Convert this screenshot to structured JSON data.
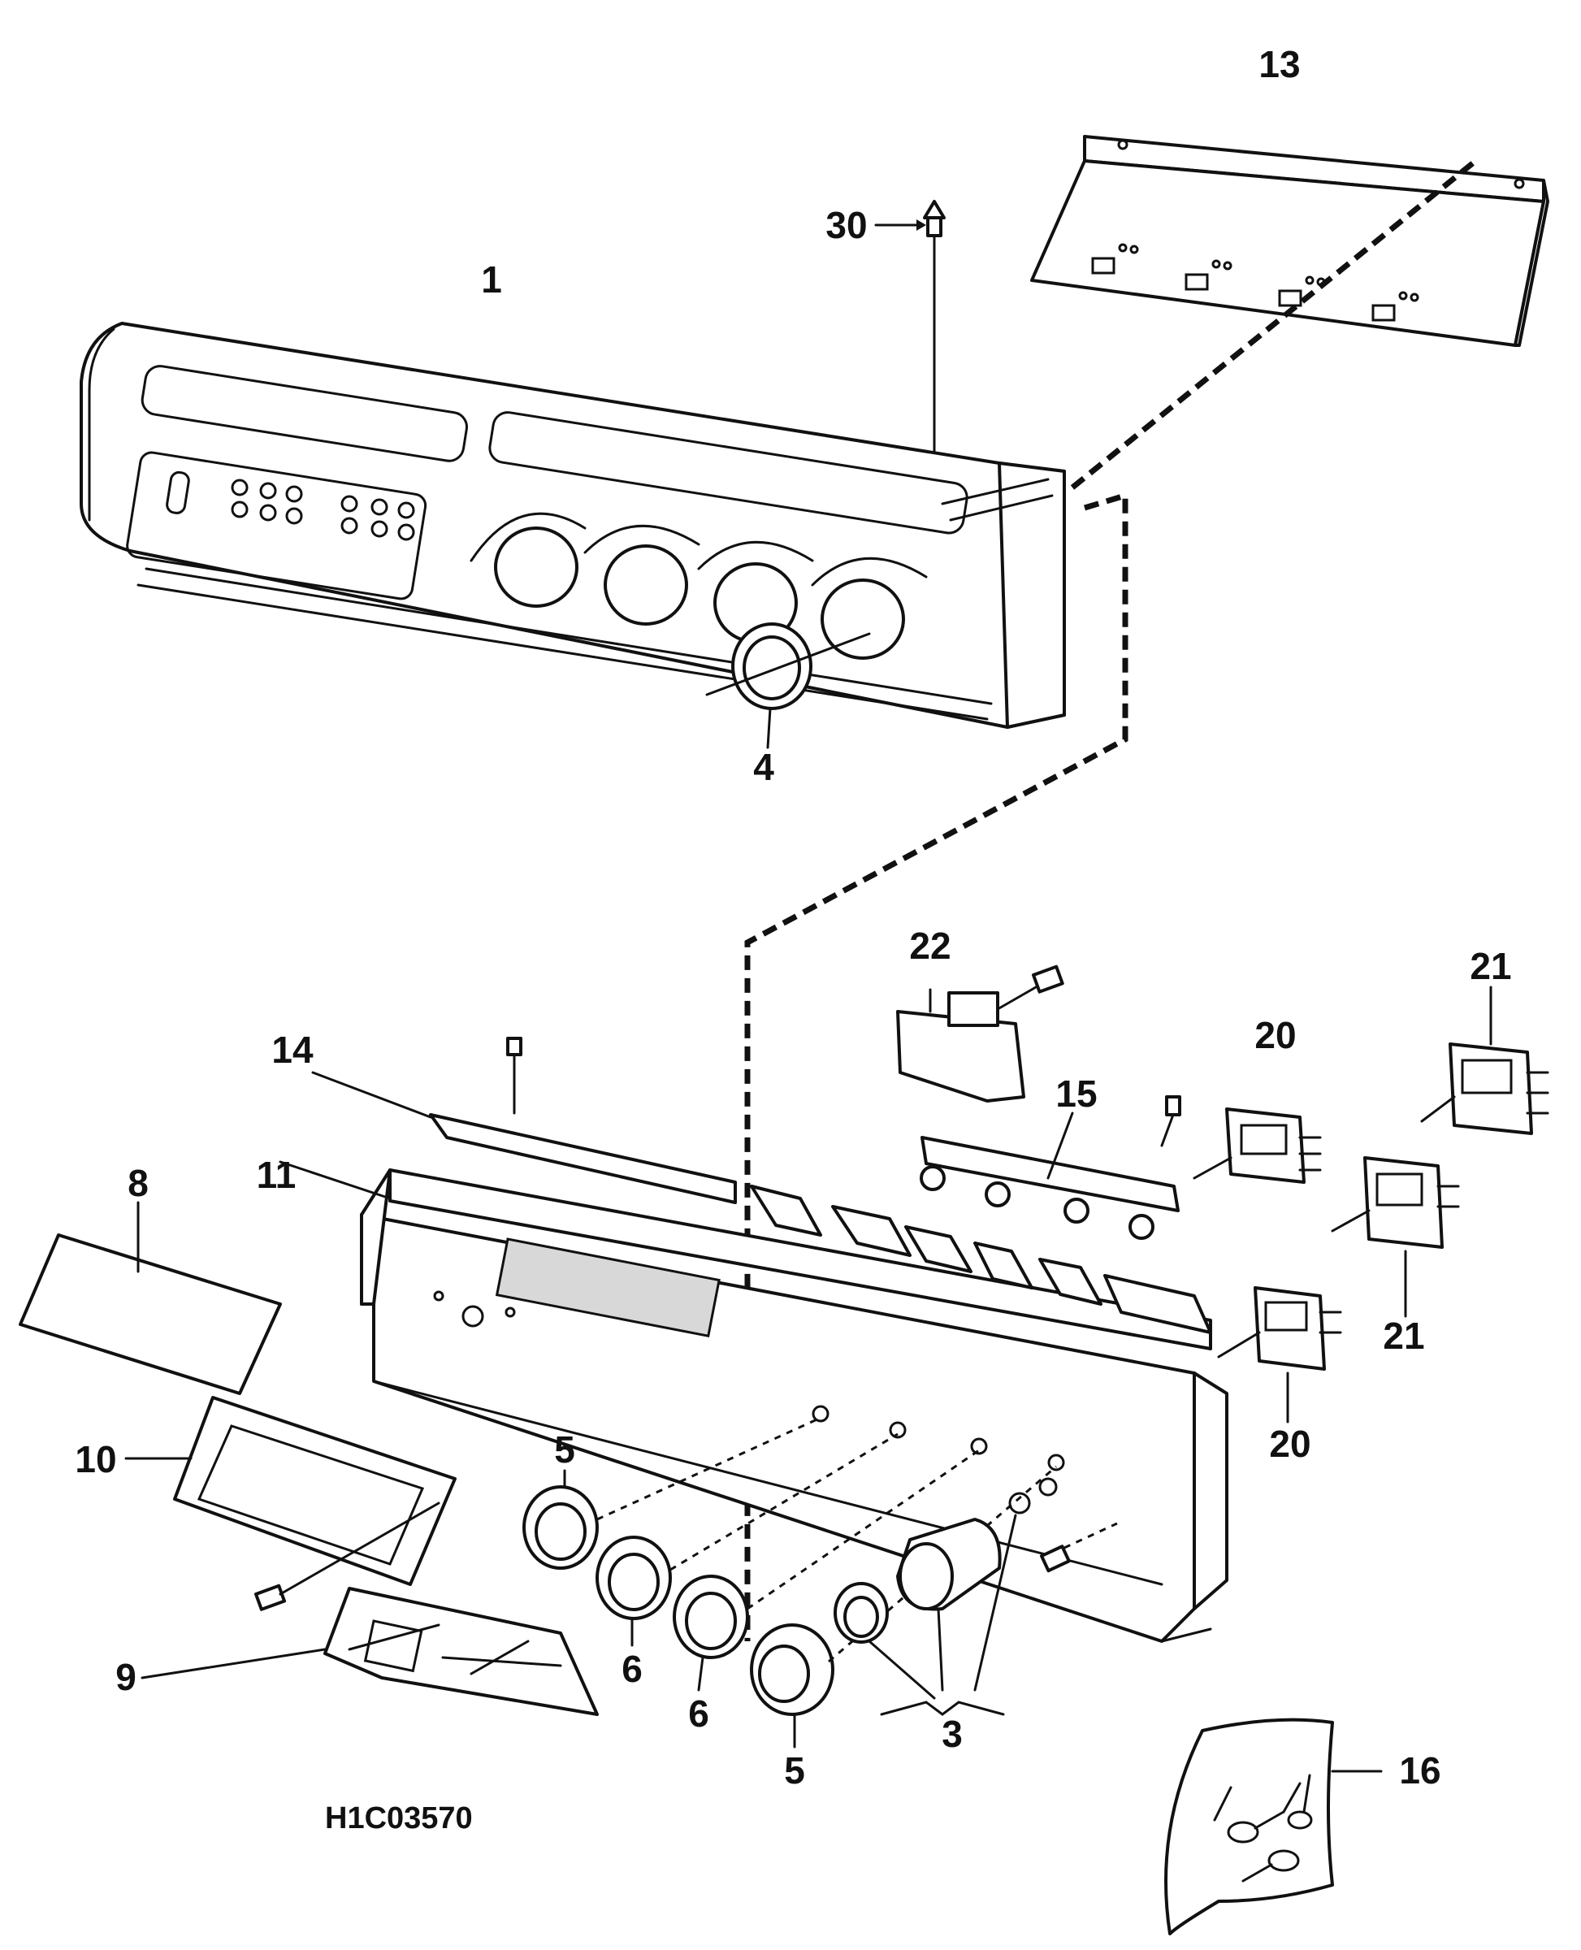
{
  "diagram": {
    "reference_code": "H1C03570",
    "callouts": {
      "c1": "1",
      "c3": "3",
      "c4": "4",
      "c5a": "5",
      "c5b": "5",
      "c6a": "6",
      "c6b": "6",
      "c8": "8",
      "c9": "9",
      "c10": "10",
      "c11": "11",
      "c13": "13",
      "c14": "14",
      "c15": "15",
      "c16": "16",
      "c20a": "20",
      "c20b": "20",
      "c21a": "21",
      "c21b": "21",
      "c22": "22",
      "c30": "30"
    }
  }
}
